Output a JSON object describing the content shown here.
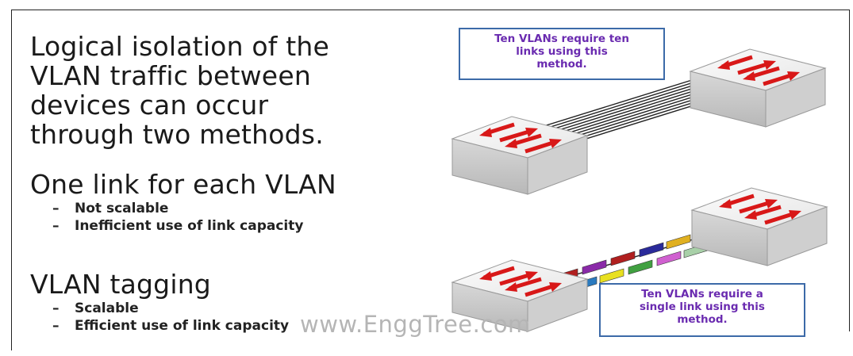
{
  "slide": {
    "heading_lines": [
      "Logical isolation of the",
      "VLAN traffic between",
      "devices can occur",
      "through two methods."
    ],
    "method1": {
      "title": "One link for each VLAN",
      "bullets": [
        "Not scalable",
        "Inefficient use of link capacity"
      ]
    },
    "method2": {
      "title": "VLAN tagging",
      "bullets": [
        "Scalable",
        "Efficient use of link capacity"
      ]
    },
    "callout_top": [
      "Ten VLANs require ten",
      "links using this",
      "method."
    ],
    "callout_bottom": [
      "Ten VLANs require a",
      "single link using this",
      "method."
    ],
    "watermark": "www.EnggTree.com",
    "bullet_dash": "–"
  },
  "colors": {
    "callout_border": "#3c6aa8",
    "callout_text": "#6a2bb0",
    "switch_arrow": "#d81818",
    "tag_colors": [
      "#b01f1f",
      "#8a2aa8",
      "#b01f1f",
      "#2a2a9a",
      "#e0b020",
      "#2a7abf",
      "#e8e020",
      "#40a040",
      "#d060d0",
      "#a8d0a8"
    ]
  },
  "icons": [
    "switch-icon",
    "arrow-icon"
  ]
}
